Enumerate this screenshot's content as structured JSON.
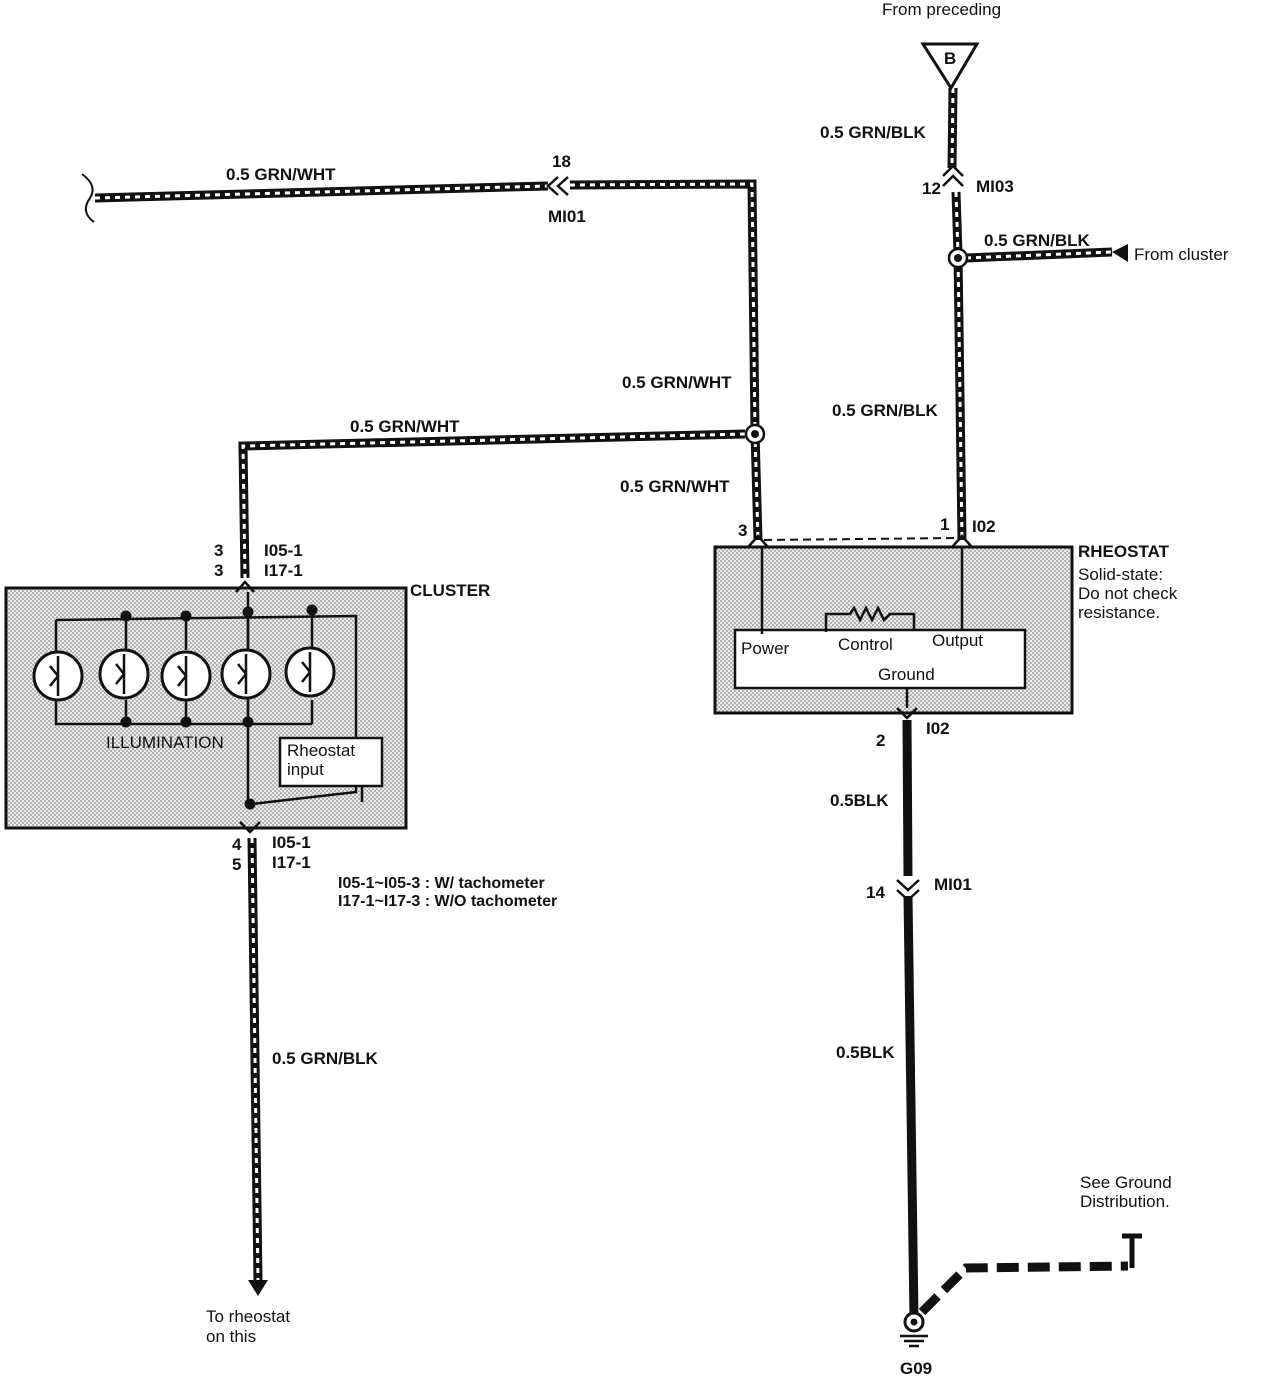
{
  "labels": {
    "from_preceding": "From preceding",
    "connector_b": "B",
    "wire_grn_blk_top": "0.5 GRN/BLK",
    "pin_12": "12",
    "conn_mi03": "MI03",
    "wire_grn_blk_cluster": "0.5 GRN/BLK",
    "from_cluster": "From cluster",
    "wire_grn_blk_mid": "0.5 GRN/BLK",
    "wire_grn_wht_top": "0.5 GRN/WHT",
    "pin_18": "18",
    "conn_mi01_top": "MI01",
    "wire_grn_wht_vert": "0.5 GRN/WHT",
    "wire_grn_wht_horiz": "0.5 GRN/WHT",
    "wire_grn_wht_lower": "0.5 GRN/WHT",
    "pin_3_cluster_a": "3",
    "pin_3_cluster_b": "3",
    "conn_i05_1_top": "I05-1",
    "conn_i17_1_top": "I17-1",
    "cluster_title": "CLUSTER",
    "illumination": "ILLUMINATION",
    "rheostat_input_1": "Rheostat",
    "rheostat_input_2": "input",
    "pin_4": "4",
    "pin_5": "5",
    "conn_i05_1_bot": "I05-1",
    "conn_i17_1_bot": "I17-1",
    "note_tach_1": "I05-1~I05-3 : W/ tachometer",
    "note_tach_2": "I17-1~I17-3 : W/O tachometer",
    "wire_grn_blk_low": "0.5 GRN/BLK",
    "to_rheostat_1": "To rheostat",
    "to_rheostat_2": "on this",
    "pin_3_rheo": "3",
    "pin_1_rheo": "1",
    "conn_i02_top": "I02",
    "rheostat_title": "RHEOSTAT",
    "rheostat_note_1": "Solid-state:",
    "rheostat_note_2": "Do not check",
    "rheostat_note_3": "resistance.",
    "power": "Power",
    "control": "Control",
    "output": "Output",
    "ground": "Ground",
    "pin_2": "2",
    "conn_i02_bot": "I02",
    "wire_blk_1": "0.5BLK",
    "pin_14": "14",
    "conn_mi01_bot": "MI01",
    "wire_blk_2": "0.5BLK",
    "see_ground_1": "See Ground",
    "see_ground_2": "Distribution.",
    "ground_g09": "G09"
  },
  "colors": {
    "wire": "#111111",
    "box_fill": "#d9d9d9",
    "background": "#ffffff"
  }
}
